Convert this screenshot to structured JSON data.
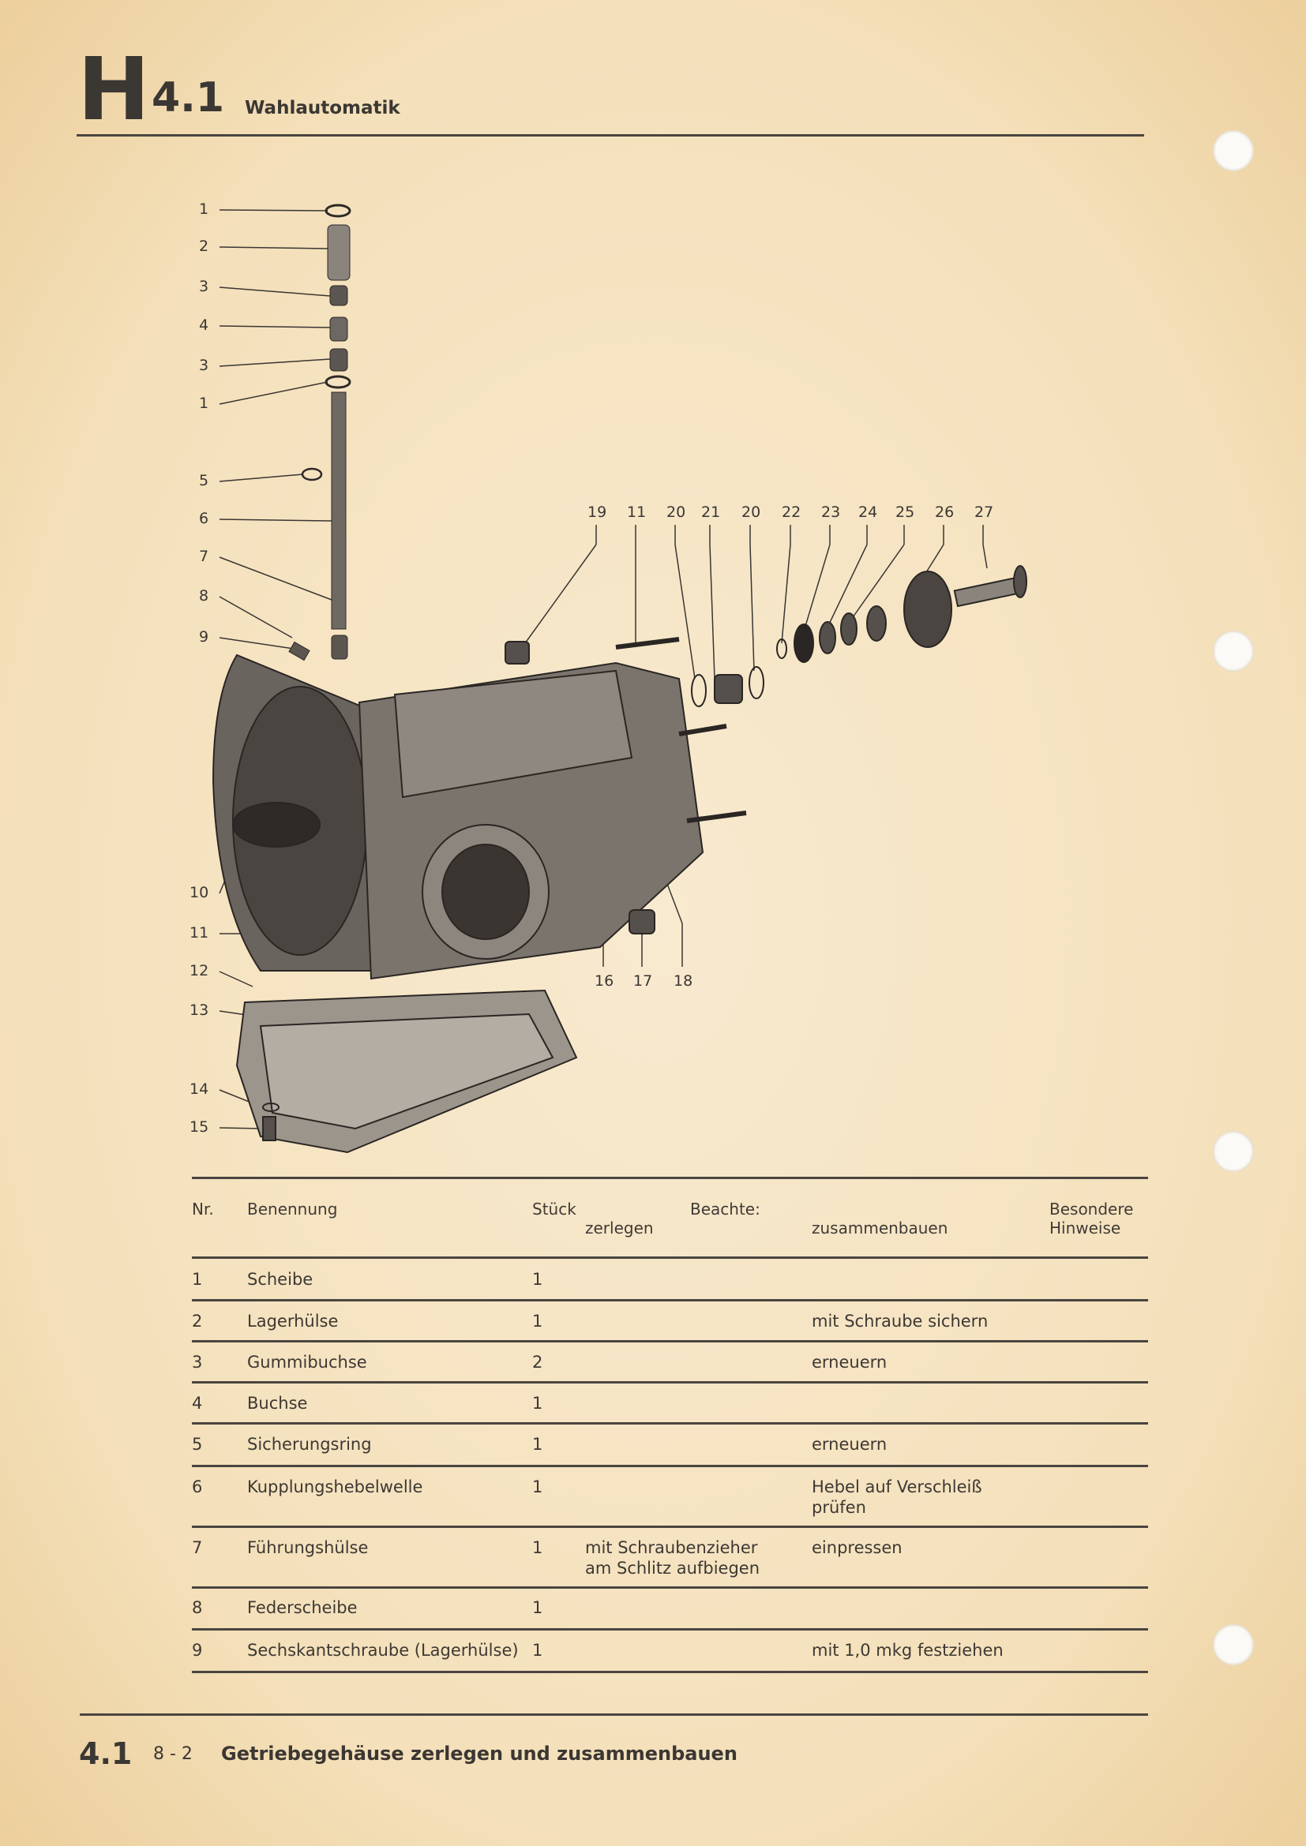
{
  "header": {
    "letter": "H",
    "section": "4.1",
    "title": "Wahlautomatik"
  },
  "diagram": {
    "left_callouts": [
      "1",
      "2",
      "3",
      "4",
      "3",
      "1",
      "5",
      "6",
      "7",
      "8",
      "9",
      "10",
      "11",
      "12",
      "13",
      "14",
      "15"
    ],
    "top_callouts": [
      "19",
      "11",
      "20",
      "21",
      "20",
      "22",
      "23",
      "24",
      "25",
      "26",
      "27"
    ],
    "bottom_callouts": [
      "16",
      "17",
      "18"
    ]
  },
  "table": {
    "headers": {
      "nr": "Nr.",
      "benennung": "Benennung",
      "stueck": "Stück",
      "beachte": "Beachte:",
      "zerlegen": "zerlegen",
      "zusammenbauen": "zusammenbauen",
      "hinweise": "Besondere Hinweise"
    },
    "rows": [
      {
        "nr": "1",
        "name": "Scheibe",
        "qty": "1",
        "zerlegen": "",
        "zusammenbauen": ""
      },
      {
        "nr": "2",
        "name": "Lagerhülse",
        "qty": "1",
        "zerlegen": "",
        "zusammenbauen": "mit Schraube sichern"
      },
      {
        "nr": "3",
        "name": "Gummibuchse",
        "qty": "2",
        "zerlegen": "",
        "zusammenbauen": "erneuern"
      },
      {
        "nr": "4",
        "name": "Buchse",
        "qty": "1",
        "zerlegen": "",
        "zusammenbauen": ""
      },
      {
        "nr": "5",
        "name": "Sicherungsring",
        "qty": "1",
        "zerlegen": "",
        "zusammenbauen": "erneuern"
      },
      {
        "nr": "6",
        "name": "Kupplungshebelwelle",
        "qty": "1",
        "zerlegen": "",
        "zusammenbauen": "Hebel auf Verschleiß prüfen"
      },
      {
        "nr": "7",
        "name": "Führungshülse",
        "qty": "1",
        "zerlegen": "mit Schraubenzieher am Schlitz aufbiegen",
        "zusammenbauen": "einpressen"
      },
      {
        "nr": "8",
        "name": "Federscheibe",
        "qty": "1",
        "zerlegen": "",
        "zusammenbauen": ""
      },
      {
        "nr": "9",
        "name": "Sechskantschraube (Lagerhülse)",
        "qty": "1",
        "zerlegen": "",
        "zusammenbauen": "mit 1,0 mkg festziehen"
      }
    ]
  },
  "footer": {
    "section": "4.1",
    "page": "8 - 2",
    "title": "Getriebegehäuse zerlegen und zusammenbauen"
  }
}
